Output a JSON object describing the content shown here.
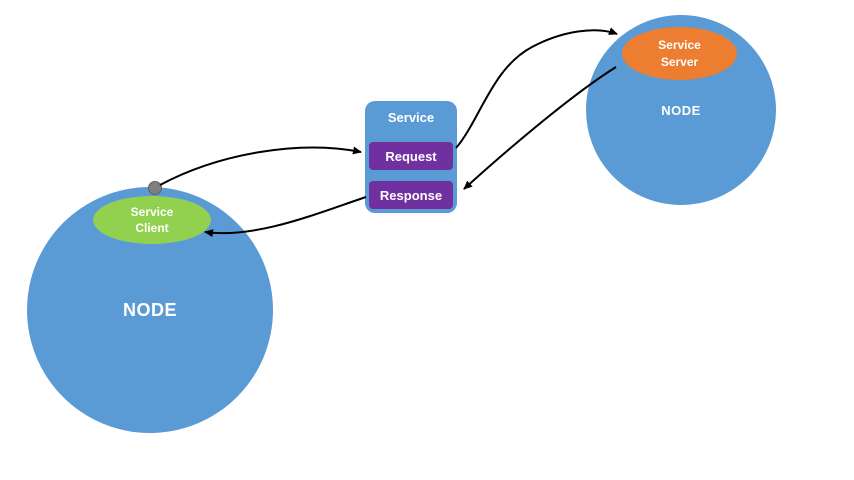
{
  "diagram": {
    "left_node": {
      "label": "NODE"
    },
    "right_node": {
      "label": "NODE"
    },
    "service_client": {
      "line1": "Service",
      "line2": "Client"
    },
    "service_server": {
      "line1": "Service",
      "line2": "Server"
    },
    "service_box": {
      "title": "Service",
      "request_label": "Request",
      "response_label": "Response"
    },
    "colors": {
      "node_blue": "#5b9bd5",
      "client_green": "#92d050",
      "server_orange": "#ed7d31",
      "pill_purple": "#7030a0",
      "dot_gray": "#7f7f7f",
      "connector_black": "#000000",
      "text_white": "#ffffff",
      "background": "#ffffff"
    }
  }
}
